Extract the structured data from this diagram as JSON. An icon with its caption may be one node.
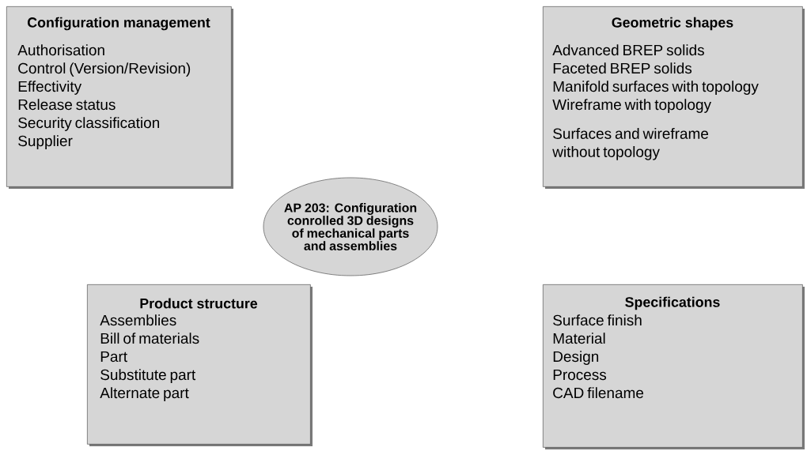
{
  "diagram": {
    "nodes": [
      {
        "text": [
          "Configuration management",
          "Authorisation",
          "Control (Version/Revision)",
          "Effectivity",
          "Release status",
          "Security classification",
          "Supplier"
        ]
      },
      {
        "text": [
          "Geometric shapes",
          "Advanced BREP solids",
          "Faceted BREP solids",
          "Manifold surfaces with topology",
          "Wireframe with topology",
          "Surfaces and wireframe without topology"
        ]
      },
      {
        "text": [
          "AP 203: Configuration conrolled 3D designs of mechanical parts and assemblies"
        ]
      },
      {
        "text": [
          "Product structure",
          "Assemblies",
          "Bill of materials",
          "Part",
          "Substitute part",
          "Alternate part"
        ]
      },
      {
        "text": [
          "Specifications",
          "Surface finish",
          "Material",
          "Design",
          "Process",
          "CAD filename"
        ]
      }
    ]
  }
}
